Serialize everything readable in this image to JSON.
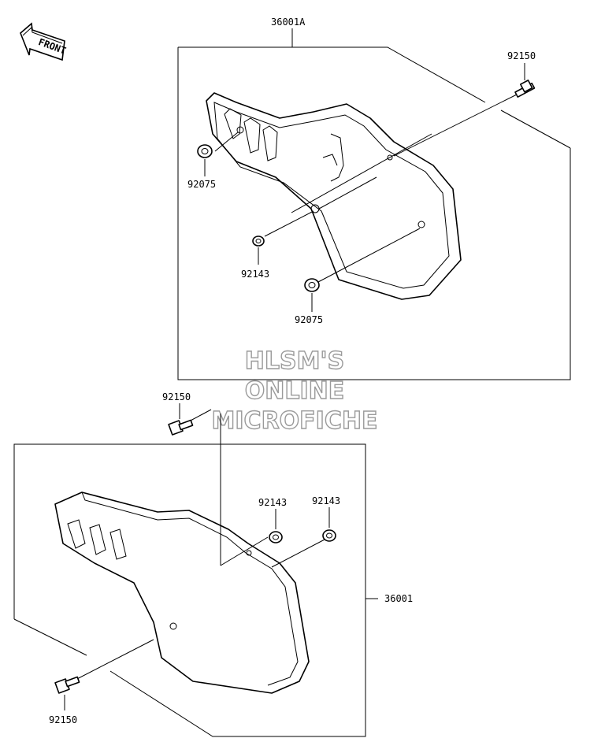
{
  "labels": {
    "cover_set_upper": "36001A",
    "cover_set_lower": "36001",
    "bolt": "92150",
    "grommet": "92075",
    "collar": "92143"
  },
  "badge": {
    "text": "FRONT"
  },
  "watermark": {
    "line1": "HLSM'S",
    "line2": "ONLINE",
    "line3": "MICROFICHE",
    "color": "#9a9a9a"
  }
}
